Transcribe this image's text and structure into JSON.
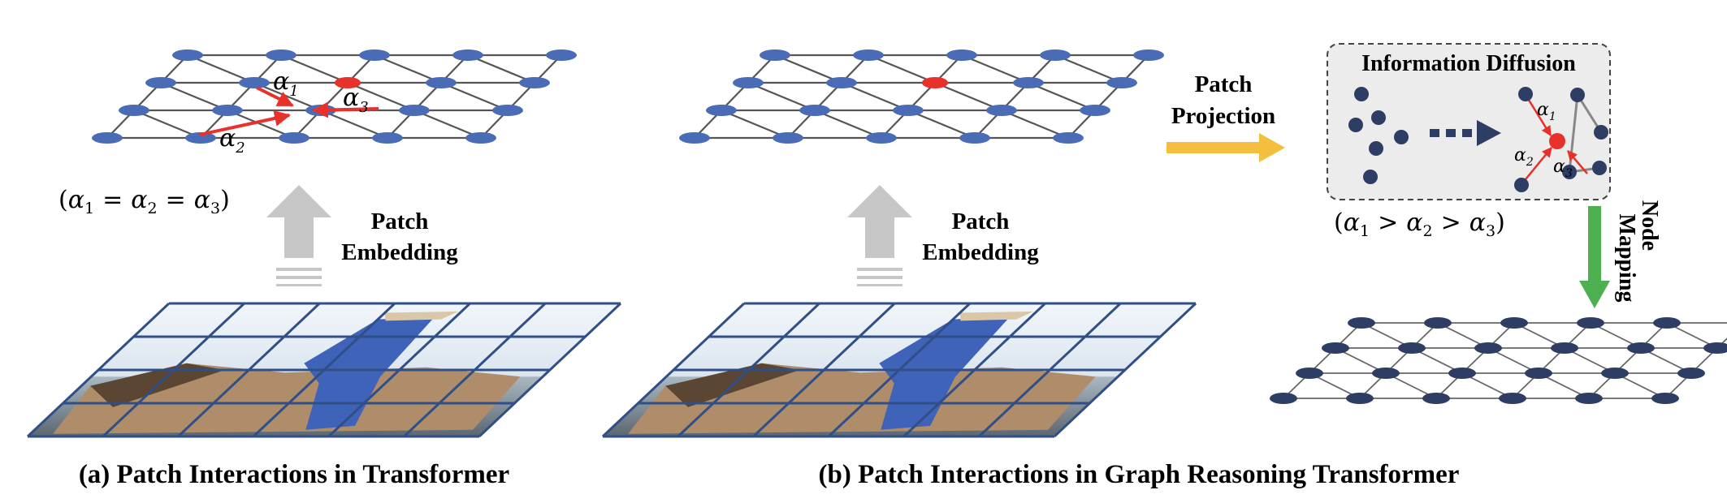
{
  "panel_a": {
    "eq_open": "(",
    "eq_a1": "α",
    "eq_s1": "1",
    "eq_eq1": "=",
    "eq_a2": "α",
    "eq_s2": "2",
    "eq_eq2": "=",
    "eq_a3": "α",
    "eq_s3": "3",
    "eq_close": ")",
    "alpha1": "α",
    "alpha1_sub": "1",
    "alpha2": "α",
    "alpha2_sub": "2",
    "alpha3": "α",
    "alpha3_sub": "3",
    "embed_line1": "Patch",
    "embed_line2": "Embedding",
    "caption": "(a) Patch Interactions in Transformer"
  },
  "panel_b": {
    "embed_line1": "Patch",
    "embed_line2": "Embedding",
    "proj_line1": "Patch",
    "proj_line2": "Projection",
    "diffusion_title": "Information Diffusion",
    "alpha1": "α",
    "alpha1_sub": "1",
    "alpha2": "α",
    "alpha2_sub": "2",
    "alpha3": "α",
    "alpha3_sub": "3",
    "eq_open": "(",
    "eq_a1": "α",
    "eq_s1": "1",
    "eq_gt1": ">",
    "eq_a2": "α",
    "eq_s2": "2",
    "eq_gt2": ">",
    "eq_a3": "α",
    "eq_s3": "3",
    "eq_close": ")",
    "mapping_line1": "Node",
    "mapping_line2": "Mapping",
    "caption": "(b) Patch Interactions in Graph Reasoning Transformer"
  },
  "colors": {
    "node_blue": "#4a6bb5",
    "node_dark": "#2e3d63",
    "highlight_red": "#e8312b",
    "projection_arrow": "#f4be3f",
    "mapping_arrow": "#4caf50",
    "embed_arrow": "#c7c7c7",
    "diffusion_box": "#ececec"
  }
}
